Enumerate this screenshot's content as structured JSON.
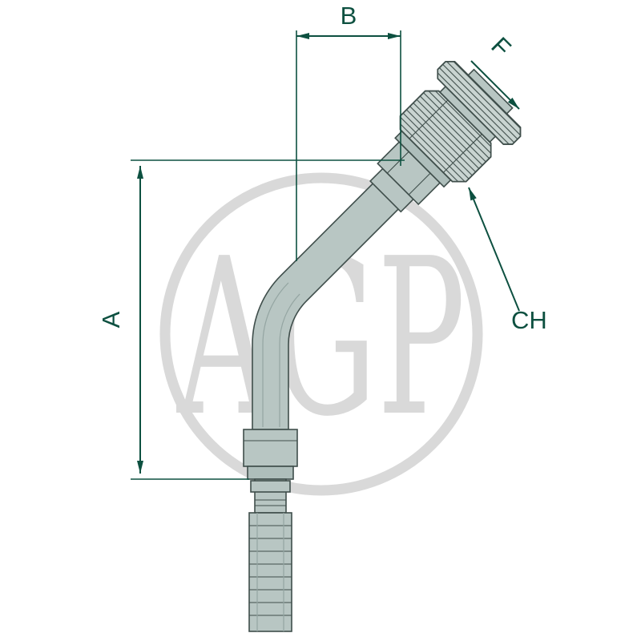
{
  "watermark": {
    "text": "AGP"
  },
  "drawing": {
    "labels": {
      "a": "A",
      "b": "B",
      "f": "F",
      "ch": "CH"
    }
  },
  "colors": {
    "background": "#ffffff",
    "dimension": "#0d5040",
    "outline": "#3f4e4b",
    "body_fill": "#b8c6c3",
    "body_light": "#c9d4d1",
    "body_dark": "#aebebb",
    "watermark": "#d9d9d9"
  }
}
